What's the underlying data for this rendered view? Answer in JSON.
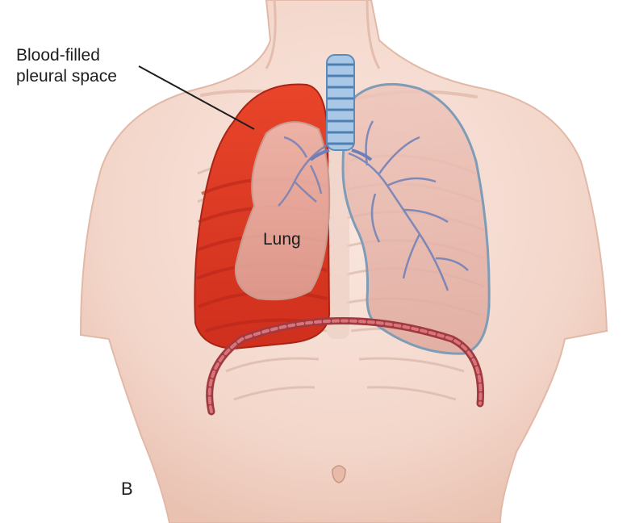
{
  "labels": {
    "callout_line1": "Blood-filled",
    "callout_line2": "pleural space",
    "lung": "Lung",
    "panel": "B"
  },
  "colors": {
    "skin": "#f6ddd2",
    "skin_shadow": "#e9c2b2",
    "blood": "#e03a22",
    "blood_dark": "#b9261a",
    "lung_fill": "#e9b8ad",
    "lung_outline": "#8aa3b8",
    "vessels": "#6d7fb8",
    "trachea": "#8fb6de",
    "diaphragm": "#b8454a"
  },
  "icons": [
    "callout-leader-line",
    "trachea-icon"
  ]
}
